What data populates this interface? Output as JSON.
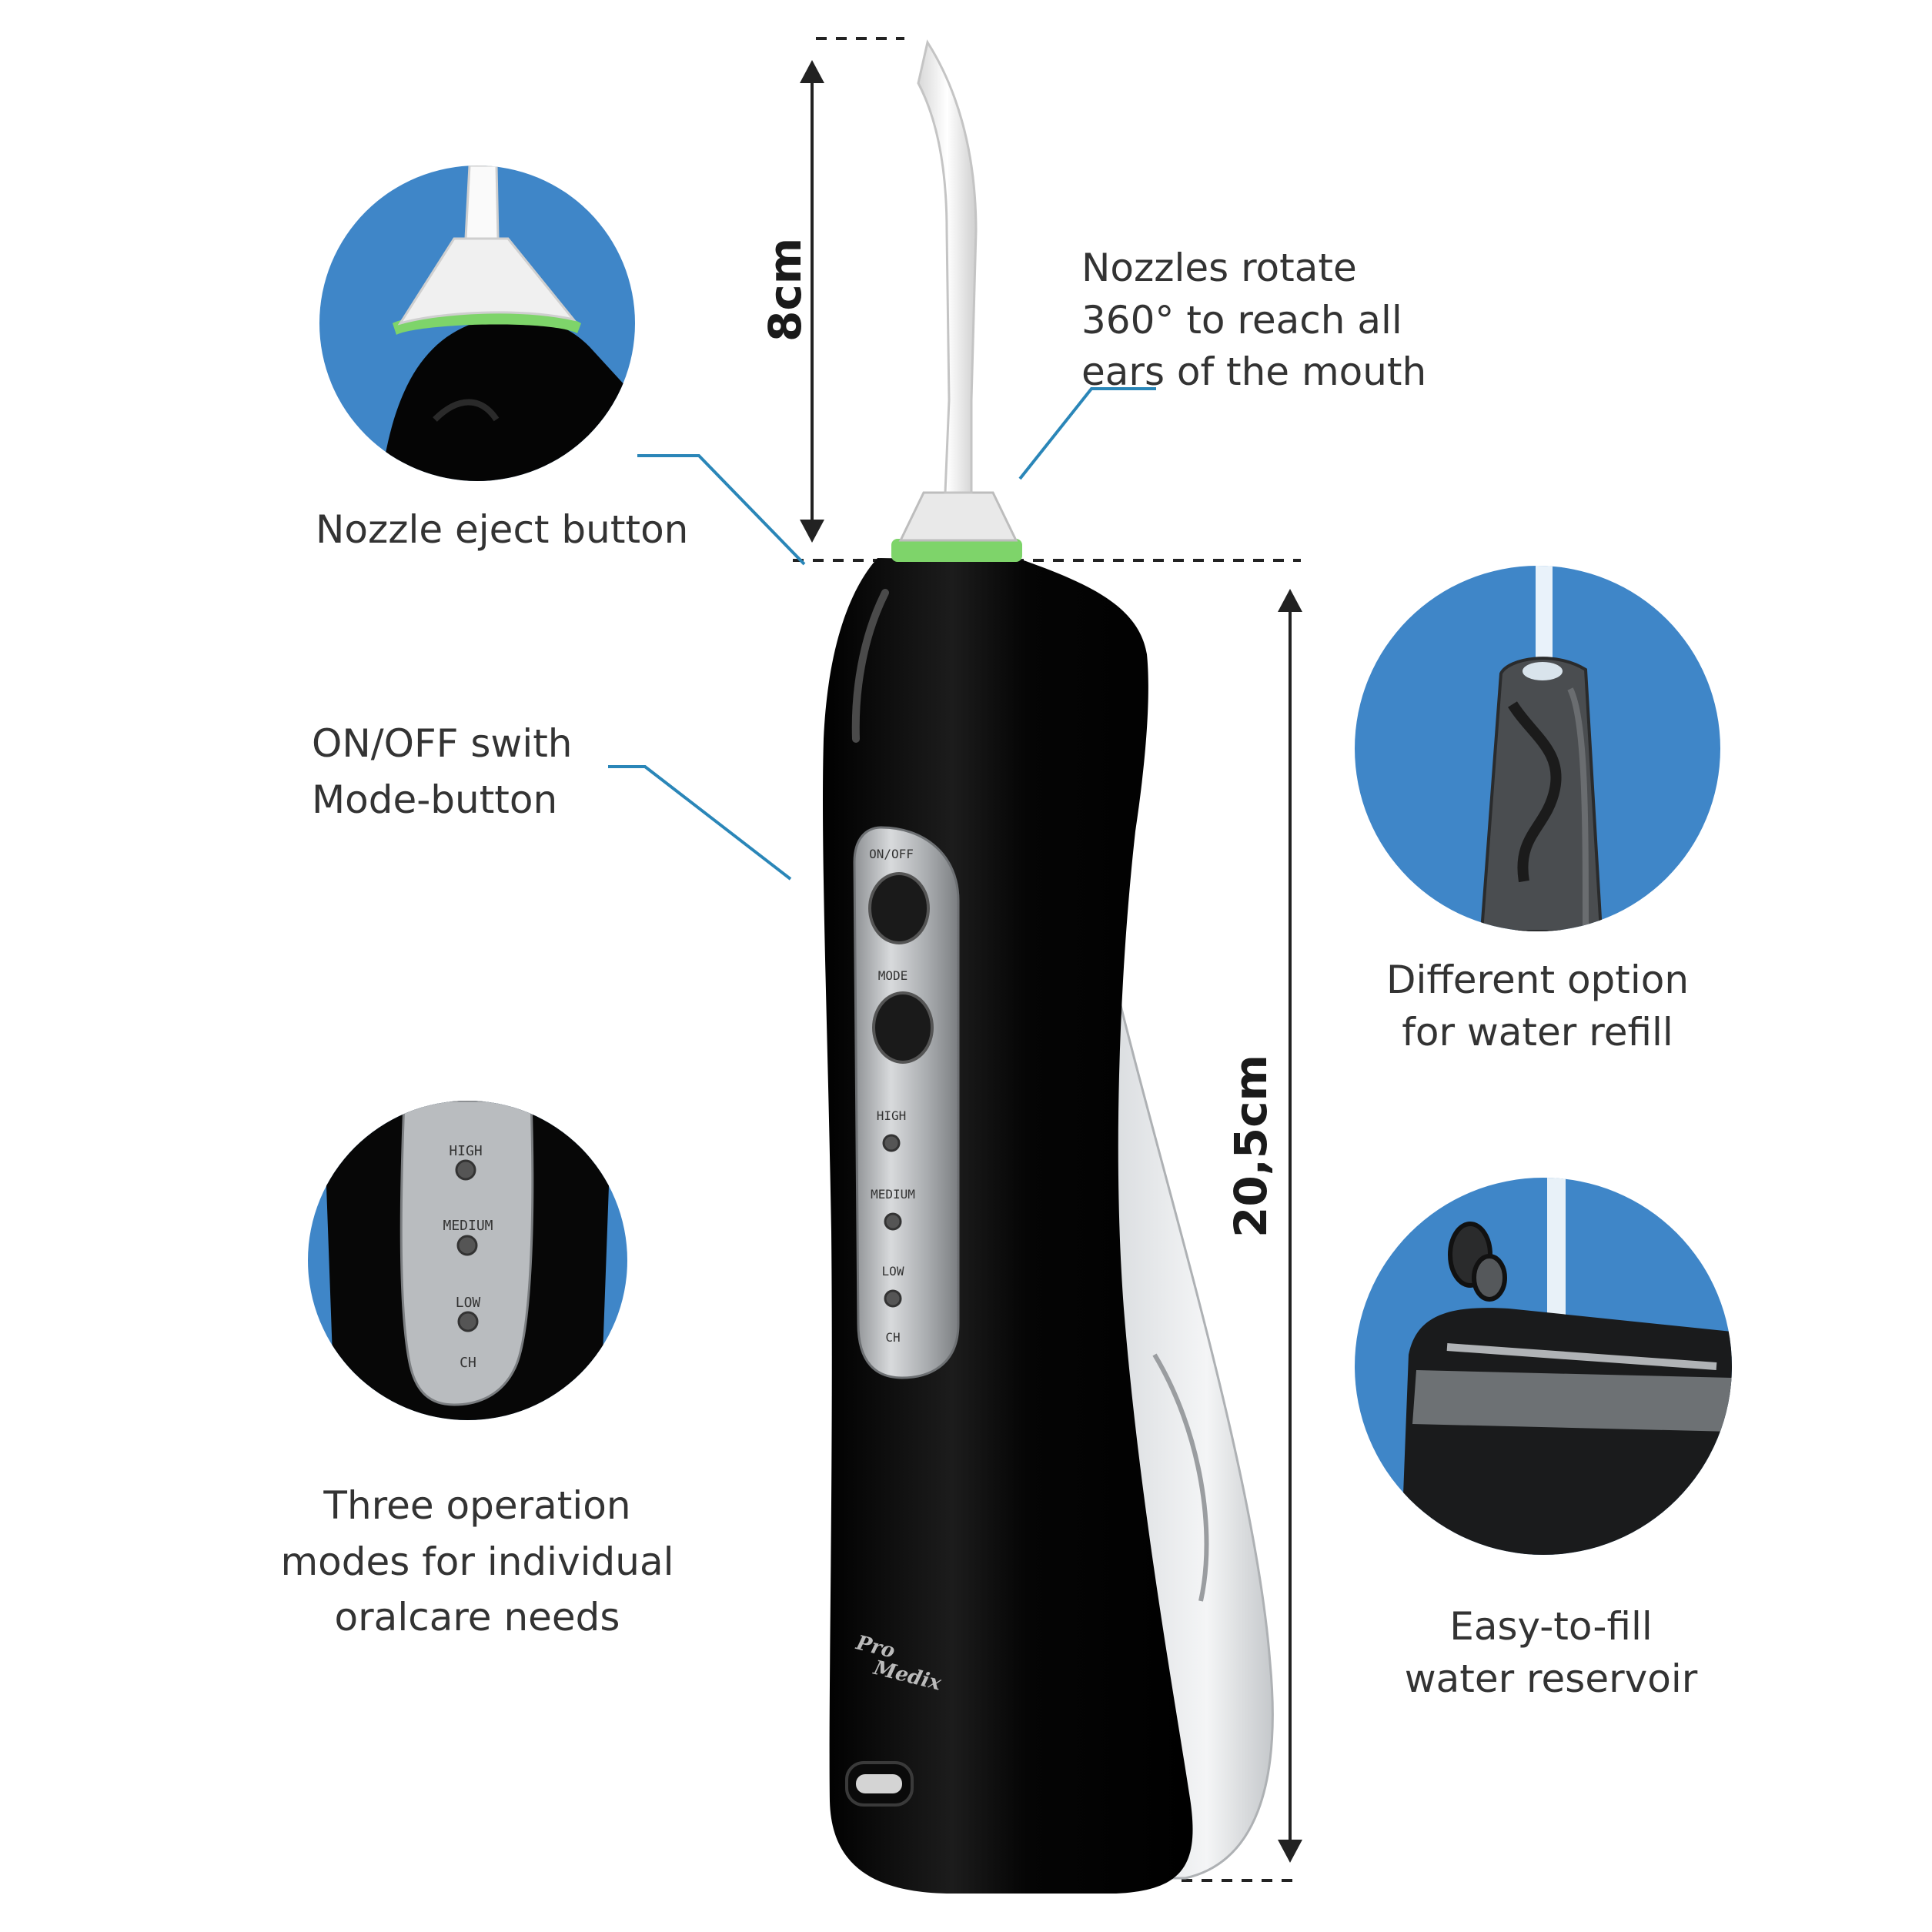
{
  "dimensions": {
    "nozzle_height": "8cm",
    "body_height": "20,5cm"
  },
  "callouts": {
    "nozzle_eject": {
      "lines": [
        "Nozzle eject button"
      ]
    },
    "nozzle_rotate": {
      "lines": [
        "Nozzles rotate",
        "360° to reach all",
        "ears of the mouth"
      ]
    },
    "on_off": {
      "lines": [
        "ON/OFF swith",
        "Mode-button"
      ]
    },
    "water_refill": {
      "lines": [
        "Different option",
        "for water refill"
      ]
    },
    "modes": {
      "lines": [
        "Three operation",
        "modes for individual",
        "oralcare needs"
      ]
    },
    "reservoir": {
      "lines": [
        "Easy-to-fill",
        "water reservoir"
      ]
    }
  },
  "device": {
    "on_off_label": "ON/OFF",
    "mode_label": "MODE",
    "high_label": "HIGH",
    "medium_label": "MEDIUM",
    "low_label": "LOW",
    "ch_label": "CH",
    "brand_line1": "Pro",
    "brand_line2": "Medix"
  },
  "colors": {
    "accent_line": "#2a86b8",
    "circle_blue": "#3f86c8",
    "device_black": "#0b0b0b",
    "panel_silver": "#b9bcbf",
    "ring_green": "#7ed46a"
  }
}
